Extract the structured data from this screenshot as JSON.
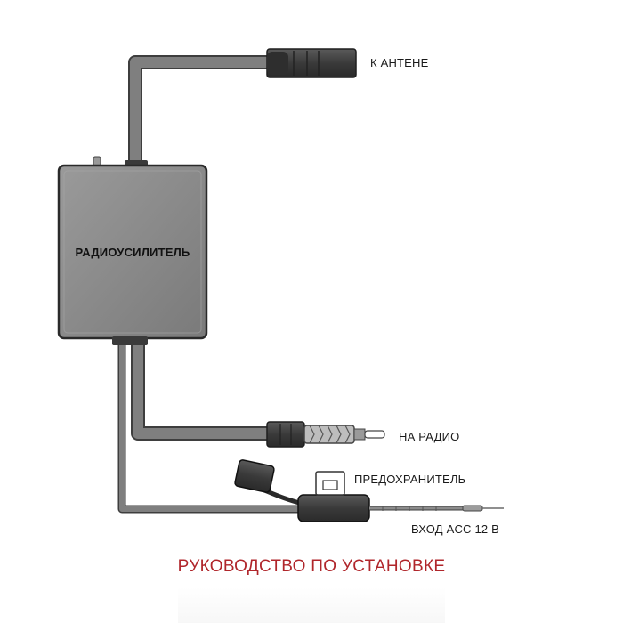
{
  "diagram": {
    "box_label": "РАДИОУСИЛИТЕЛЬ",
    "labels": {
      "antenna": "К АНТЕНЕ",
      "radio": "НА РАДИО",
      "fuse": "ПРЕДОХРАНИТЕЛЬ",
      "acc": "ВХОД ACC 12 В"
    }
  },
  "footer": {
    "title": "РУКОВОДСТВО ПО УСТАНОВКЕ"
  },
  "colors": {
    "cable": "#7f7f7f",
    "cable_edge": "#3e3e3e",
    "box": "#8a8a8a",
    "box_edge": "#2a2a2a",
    "connector": "#4a4a4a",
    "footer": "#b0262b"
  }
}
